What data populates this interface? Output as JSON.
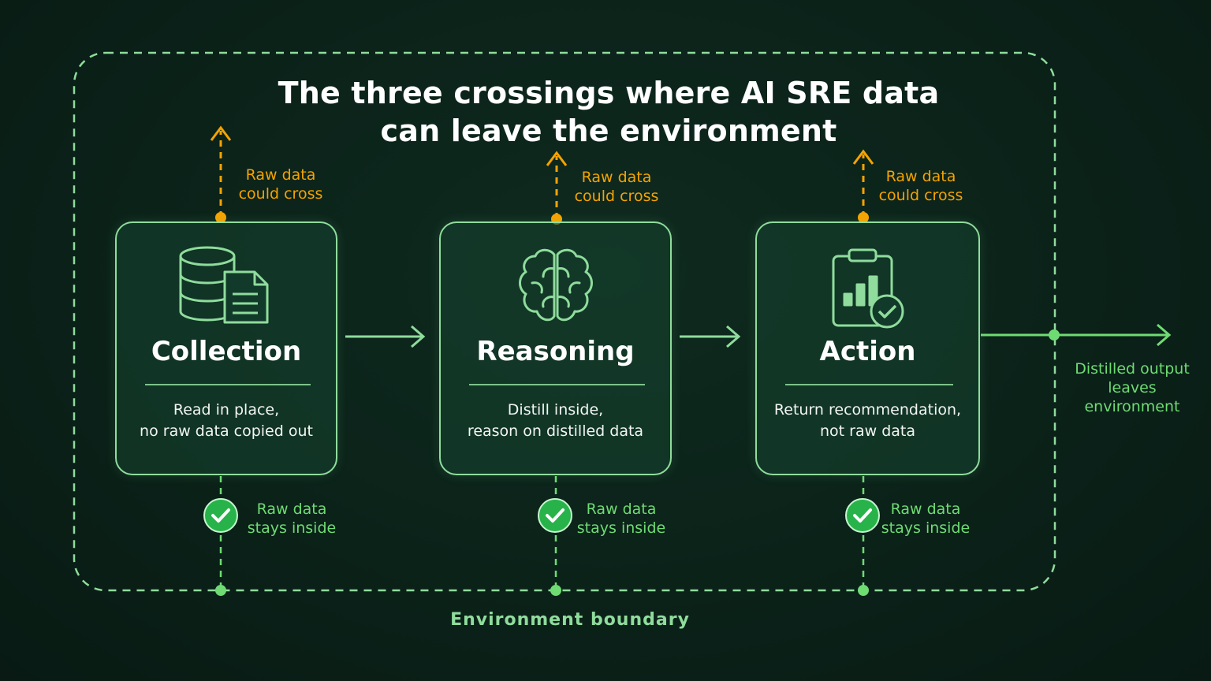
{
  "title": {
    "line1": "The three crossings where AI SRE data",
    "line2": "can leave the environment"
  },
  "stages": [
    {
      "name": "Collection",
      "icon": "database-document-icon",
      "desc_line1": "Read in place,",
      "desc_line2": "no raw data copied out"
    },
    {
      "name": "Reasoning",
      "icon": "brain-icon",
      "desc_line1": "Distill inside,",
      "desc_line2": "reason on distilled data"
    },
    {
      "name": "Action",
      "icon": "clipboard-chart-check-icon",
      "desc_line1": "Return recommendation,",
      "desc_line2": "not raw data"
    }
  ],
  "risk_label": {
    "line1": "Raw data",
    "line2": "could cross"
  },
  "safe_label": {
    "line1": "Raw data",
    "line2": "stays inside"
  },
  "output_label": {
    "line1": "Distilled output",
    "line2": "leaves environment"
  },
  "boundary_label": "Environment boundary",
  "colors": {
    "background": "#0b2219",
    "accent_green": "#8fdc9c",
    "risk_orange": "#f5a300",
    "safe_green": "#27b34a"
  }
}
